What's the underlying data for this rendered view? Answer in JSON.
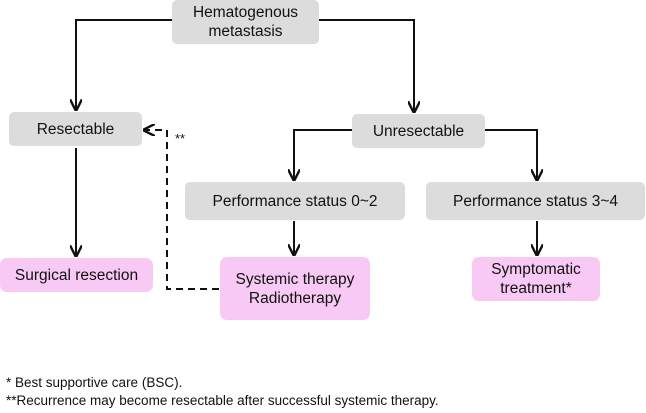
{
  "nodes": {
    "hematogenous": [
      "Hematogenous",
      "metastasis"
    ],
    "resectable": "Resectable",
    "unresectable": "Unresectable",
    "ps_0_2": "Performance status 0~2",
    "ps_3_4": "Performance status 3~4",
    "surgical_resection": "Surgical resection",
    "systemic": [
      "Systemic therapy",
      "Radiotherapy"
    ],
    "symptomatic": [
      "Symptomatic",
      "treatment*"
    ]
  },
  "recurrence_marker": "**",
  "footnotes": [
    "*  Best supportive care (BSC).",
    "**Recurrence may become resectable after successful systemic therapy."
  ],
  "colors": {
    "gray_box": "#dcdcdc",
    "pink_box": "#f7c9f4",
    "line": "#111111"
  }
}
